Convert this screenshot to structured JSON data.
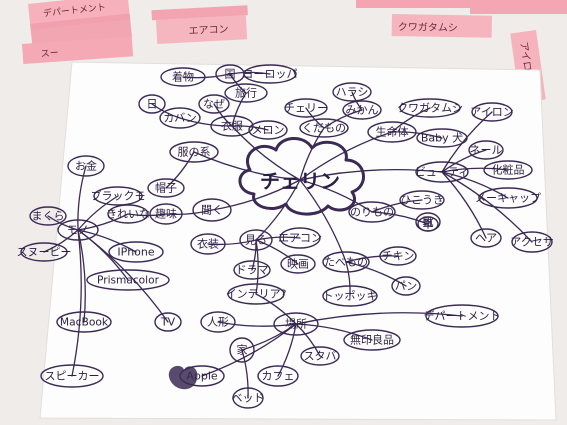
{
  "colors": {
    "table": "#f3f1ef",
    "paper": "#fdfdfd",
    "ink": "#3b2a55",
    "sticky": "#f5b3bd"
  },
  "center": {
    "label": "チェリン"
  },
  "sticky_notes": [
    {
      "id": "n1",
      "text": "デパートメント"
    },
    {
      "id": "n2",
      "text": "スー"
    },
    {
      "id": "n3",
      "text": "エアコン"
    },
    {
      "id": "n4",
      "text": "クワガタムシ"
    },
    {
      "id": "n5",
      "text": "アイロン"
    }
  ],
  "nodes": [
    {
      "id": "ao",
      "label": "着物"
    },
    {
      "id": "kuni",
      "label": "国"
    },
    {
      "id": "europe",
      "label": "ヨーロッパ"
    },
    {
      "id": "travel",
      "label": "旅行"
    },
    {
      "id": "hi",
      "label": "日"
    },
    {
      "id": "kabasa",
      "label": "カバン"
    },
    {
      "id": "naze",
      "label": "なぜ"
    },
    {
      "id": "fuku",
      "label": "衣服"
    },
    {
      "id": "melon",
      "label": "メロン"
    },
    {
      "id": "cherry",
      "label": "チェリー"
    },
    {
      "id": "harusan",
      "label": "ハラシ"
    },
    {
      "id": "mikan",
      "label": "みかん"
    },
    {
      "id": "kudamono",
      "label": "くだもの"
    },
    {
      "id": "kuwagata",
      "label": "クワガタムシ"
    },
    {
      "id": "ikimono",
      "label": "生命体"
    },
    {
      "id": "baby",
      "label": "Baby 犬"
    },
    {
      "id": "iron",
      "label": "アイロン"
    },
    {
      "id": "nail",
      "label": "ネール"
    },
    {
      "id": "beauty",
      "label": "ビューティ"
    },
    {
      "id": "cosme",
      "label": "化粧品"
    },
    {
      "id": "makeup",
      "label": "メーキャップ"
    },
    {
      "id": "hair",
      "label": "ヘア"
    },
    {
      "id": "acc",
      "label": "アクセサ"
    },
    {
      "id": "kutsu",
      "label": "靴"
    },
    {
      "id": "fukunokei",
      "label": "服の系"
    },
    {
      "id": "okane",
      "label": "お金"
    },
    {
      "id": "boshi",
      "label": "帽子"
    },
    {
      "id": "blackmo",
      "label": "ブラックモ"
    },
    {
      "id": "kirei",
      "label": "きれいな"
    },
    {
      "id": "shumi",
      "label": "趣味"
    },
    {
      "id": "kiku",
      "label": "聞く"
    },
    {
      "id": "norimono",
      "label": "のりもの"
    },
    {
      "id": "hikouki",
      "label": "ひこうき"
    },
    {
      "id": "kuruma",
      "label": "車"
    },
    {
      "id": "makura",
      "label": "まくら"
    },
    {
      "id": "mono",
      "label": "モノ"
    },
    {
      "id": "snoopy",
      "label": "スヌーピー"
    },
    {
      "id": "iphone",
      "label": "IPhone"
    },
    {
      "id": "prisma",
      "label": "Prismacolor"
    },
    {
      "id": "ifuku",
      "label": "衣装"
    },
    {
      "id": "miru",
      "label": "見る"
    },
    {
      "id": "aircon",
      "label": "エアコン"
    },
    {
      "id": "drama",
      "label": "ドラマ"
    },
    {
      "id": "eiga",
      "label": "映画"
    },
    {
      "id": "tabemono",
      "label": "たべもの"
    },
    {
      "id": "chicken",
      "label": "チキン"
    },
    {
      "id": "interior",
      "label": "インテリア?"
    },
    {
      "id": "topokki",
      "label": "トッポッキ"
    },
    {
      "id": "pan",
      "label": "パン"
    },
    {
      "id": "macbook",
      "label": "MacBook"
    },
    {
      "id": "tv",
      "label": "TV"
    },
    {
      "id": "ningyo",
      "label": "人形"
    },
    {
      "id": "basho",
      "label": "場所"
    },
    {
      "id": "depart",
      "label": "デパートメント"
    },
    {
      "id": "mujirushi",
      "label": "無印良品"
    },
    {
      "id": "ie",
      "label": "家"
    },
    {
      "id": "starba",
      "label": "スタバ"
    },
    {
      "id": "speaker",
      "label": "スピーカー"
    },
    {
      "id": "apple",
      "label": "Apple"
    },
    {
      "id": "cafe",
      "label": "カフェ"
    },
    {
      "id": "bed",
      "label": "ベッド"
    }
  ]
}
